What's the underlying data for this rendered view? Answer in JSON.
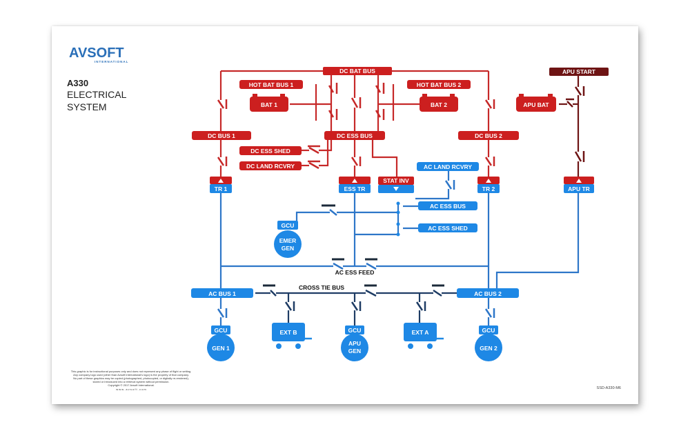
{
  "logo": {
    "brand": "AVSOFT",
    "sub": "INTERNATIONAL"
  },
  "title": {
    "line1": "A330",
    "line2": "ELECTRICAL",
    "line3": "SYSTEM"
  },
  "labels": {
    "dc_bat_bus": "DC BAT BUS",
    "apu_start": "APU START",
    "hot_bat_bus_1": "HOT BAT BUS 1",
    "hot_bat_bus_2": "HOT BAT BUS 2",
    "bat_1": "BAT 1",
    "bat_2": "BAT 2",
    "apu_bat": "APU BAT",
    "dc_bus_1": "DC BUS 1",
    "dc_ess_bus": "DC ESS BUS",
    "dc_bus_2": "DC BUS 2",
    "dc_ess_shed": "DC ESS SHED",
    "dc_land_rcvry": "DC LAND RCVRY",
    "tr_1": "TR 1",
    "ess_tr": "ESS TR",
    "stat_inv": "STAT INV",
    "ac_land_rcvry": "AC LAND RCVRY",
    "tr_2": "TR 2",
    "apu_tr": "APU TR",
    "ac_ess_bus": "AC ESS BUS",
    "ac_ess_shed": "AC ESS SHED",
    "gcu": "GCU",
    "emer": "EMER",
    "gen": "GEN",
    "ac_ess_feed": "AC ESS FEED",
    "ac_bus_1": "AC BUS 1",
    "cross_tie_bus": "CROSS TIE BUS",
    "ac_bus_2": "AC BUS 2",
    "gen_1": "GEN 1",
    "ext_b": "EXT B",
    "apu": "APU",
    "ext_a": "EXT A",
    "gen_2": "GEN 2"
  },
  "footer": {
    "disclaimer_1": "This graphic is for instructional purposes only and does not represent any phase of flight or setting.",
    "disclaimer_2": "Any company logo used (other than Avsoft International's logo) is the property of that company.",
    "disclaimer_3": "No part of these graphics may be copied (photographed, photocopied, or digitally re-rendered),",
    "disclaimer_4": "stored or introduced into a retrieval system without permission.",
    "copyright": "Copyright © 2017 Avsoft International.",
    "website": "w w w . a v s o f t . c o m",
    "doc_id": "SSD-A330-M6"
  },
  "colors": {
    "dc_red": "#cc1f1f",
    "dc_line": "#c62828",
    "apu_dark": "#6e1414",
    "ac_blue": "#1e88e5",
    "ac_line": "#2d76c8",
    "cross_tie_dark": "#1e3c64",
    "logo_blue": "#2a6fb8"
  }
}
